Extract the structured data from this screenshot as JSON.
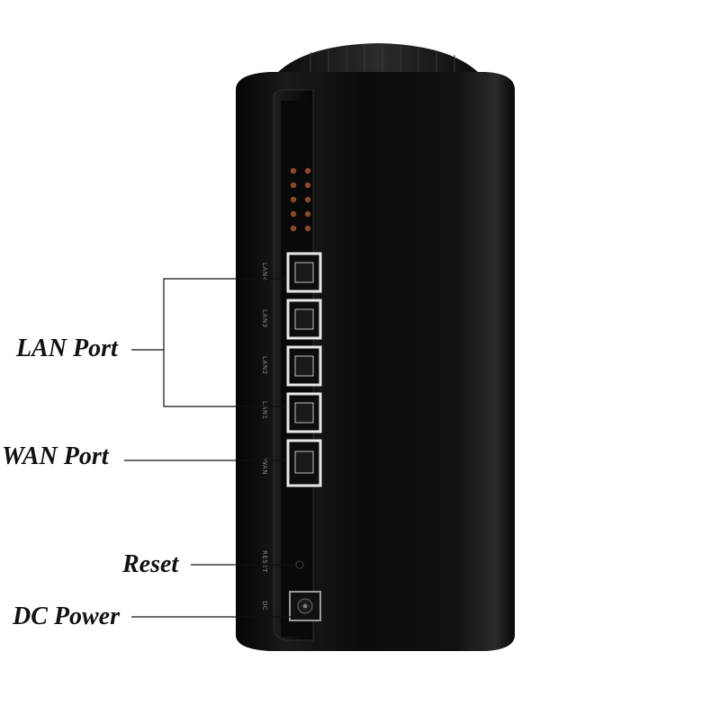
{
  "callouts": {
    "lan": "LAN  Port",
    "wan": "WAN  Port",
    "reset": "Reset",
    "dc": "DC Power"
  },
  "device_labels": {
    "lan4": "LAN4",
    "lan3": "LAN3",
    "lan2": "LAN2",
    "lan1": "LAN1",
    "wan": "WAN",
    "reset": "RESET",
    "dc": "DC"
  },
  "colors": {
    "body": "#0b0b0b",
    "led": "#8a4a2a",
    "port_frame": "#e8e8e8",
    "leader_line": "#111111"
  }
}
